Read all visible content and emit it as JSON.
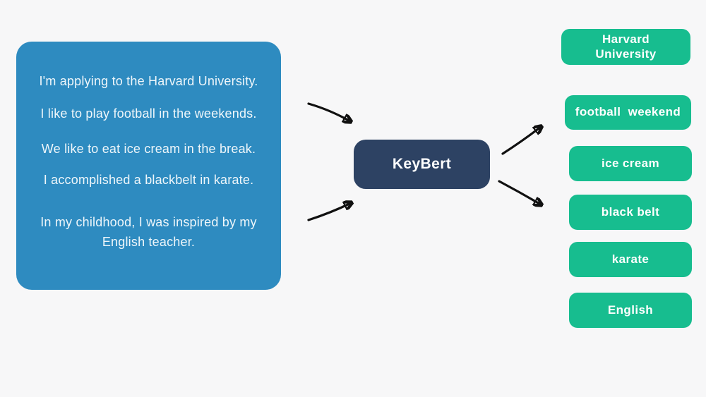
{
  "canvas": {
    "background_color": "#f7f7f8"
  },
  "source_box": {
    "background_color": "#2e8bc0",
    "text_color": "#eef6fa",
    "sentences": [
      "I'm applying to the Harvard University.",
      "I like to play football in the weekends.",
      "We like to eat ice cream in the break.",
      "I accomplished a blackbelt in karate.",
      "In my childhood, I was inspired by my English teacher."
    ]
  },
  "model_box": {
    "label": "KeyBert",
    "background_color": "#2d4263",
    "text_color": "#ffffff"
  },
  "keywords": {
    "background_color": "#17bd8f",
    "text_color": "#ffffff",
    "items": [
      {
        "label": "Harvard\nUniversity"
      },
      {
        "label": "football  weekend"
      },
      {
        "label": "ice cream"
      },
      {
        "label": "black belt"
      },
      {
        "label": "karate"
      },
      {
        "label": "English"
      }
    ]
  },
  "arrows": {
    "color": "#111111",
    "count": 4
  }
}
